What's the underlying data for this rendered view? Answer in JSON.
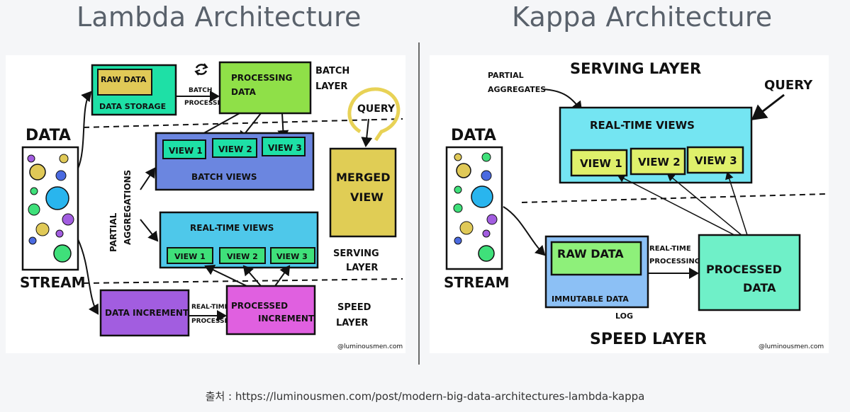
{
  "titles": {
    "lambda": "Lambda Architecture",
    "kappa": "Kappa Architecture"
  },
  "lambda": {
    "data": "DATA",
    "stream": "STREAM",
    "raw_data": "RAW DATA",
    "data_storage": "DATA STORAGE",
    "batch_processing_1": "BATCH",
    "batch_processing_2": "PROCESSING",
    "processing_data_1": "PROCESSING",
    "processing_data_2": "DATA",
    "batch_layer_1": "BATCH",
    "batch_layer_2": "LAYER",
    "views": [
      "VIEW 1",
      "VIEW 2",
      "VIEW 3"
    ],
    "batch_views": "BATCH VIEWS",
    "partial_aggregations_1": "PARTIAL",
    "partial_aggregations_2": "AGGREGATIONS",
    "realtime_views": "REAL-TIME VIEWS",
    "query": "QUERY",
    "merged_view_1": "MERGED",
    "merged_view_2": "VIEW",
    "serving_layer_1": "SERVING",
    "serving_layer_2": "LAYER",
    "data_increment": "DATA INCREMENT",
    "realtime_processing_1": "REAL-TIME",
    "realtime_processing_2": "PROCESSING",
    "processed_increment_1": "PROCESSED",
    "processed_increment_2": "INCREMENT",
    "speed_layer_1": "SPEED",
    "speed_layer_2": "LAYER",
    "credit": "@luminousmen.com"
  },
  "kappa": {
    "serving_layer": "SERVING LAYER",
    "partial_aggregates_1": "PARTIAL",
    "partial_aggregates_2": "AGGREGATES",
    "query": "QUERY",
    "realtime_views": "REAL-TIME VIEWS",
    "views": [
      "VIEW 1",
      "VIEW 2",
      "VIEW 3"
    ],
    "data": "DATA",
    "stream": "STREAM",
    "raw_data": "RAW DATA",
    "immutable_data_1": "IMMUTABLE DATA",
    "immutable_data_2": "LOG",
    "realtime_processing_1": "REAL-TIME",
    "realtime_processing_2": "PROCESSING",
    "processed_data_1": "PROCESSED",
    "processed_data_2": "DATA",
    "speed_layer": "SPEED LAYER",
    "credit": "@luminousmen.com"
  },
  "footer": "출처 : https://luminousmen.com/post/modern-big-data-architectures-lambda-kappa",
  "colors": {
    "teal": "#1ee0a6",
    "yellow": "#e0c957",
    "green": "#8fe048",
    "blue": "#6b86e0",
    "cyan": "#4ec8ea",
    "lime": "#3fe07a",
    "purple": "#a25de0",
    "magenta": "#e060e0",
    "mergedYellow": "#e0cd55",
    "kappaCyan": "#74e5f2",
    "kappaView": "#dff06b",
    "rawBlue": "#8cc0f5",
    "rawGreen": "#8ef07a",
    "processedTeal": "#6ff0c8"
  }
}
